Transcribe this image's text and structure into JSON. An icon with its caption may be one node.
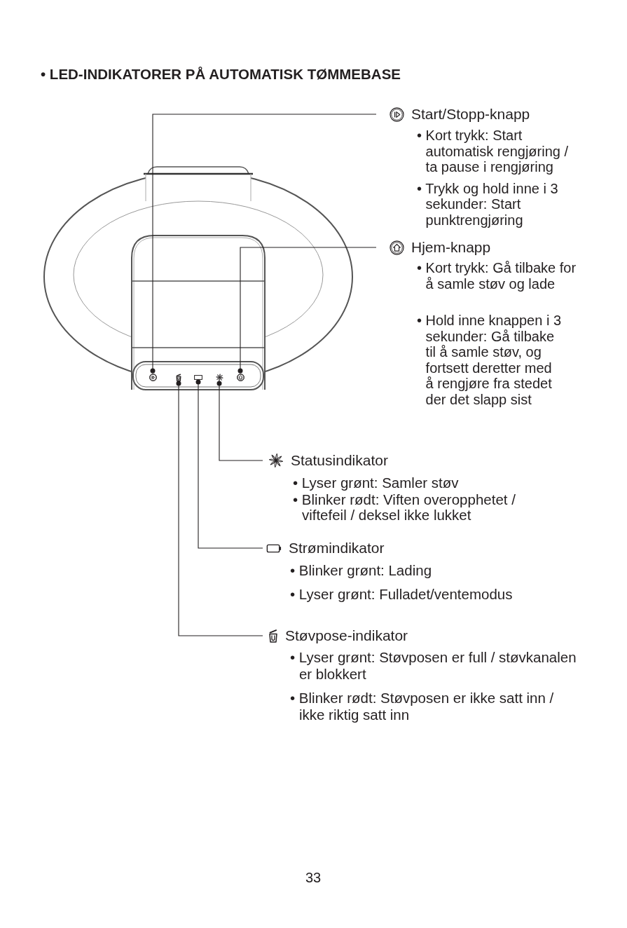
{
  "diagram": {
    "title": "• LED-INDIKATORER PÅ AUTOMATISK TØMMEBASE",
    "nodes": [
      {
        "text": [
          "Start/Stopp-knapp",
          "• Kort trykk: Start automatisk rengjøring / ta pause i rengjøring",
          "• Trykk og hold inne i 3 sekunder: Start punktrengjøring"
        ]
      },
      {
        "text": [
          "Hjem-knapp",
          "• Kort trykk: Gå tilbake for å samle støv og lade",
          "• Hold inne knappen i 3 sekunder: Gå tilbake til å samle støv, og fortsett deretter med å rengjøre fra stedet der det slapp sist"
        ]
      },
      {
        "text": [],
        "shape": "circle"
      },
      {
        "text": [],
        "shape": "picture"
      },
      {
        "text": [],
        "shape": "box"
      },
      {
        "text": [],
        "shape": "picture"
      },
      {
        "text": [],
        "shape": "circle"
      },
      {
        "text": [
          "Statusindikator",
          "• Lyser grønt: Samler støv",
          "• Blinker rødt: Viften overopphetet / viftefeil / deksel ikke lukket"
        ]
      },
      {
        "text": [
          "Strømindikator",
          "• Blinker grønt: Lading",
          "• Lyser grønt: Fulladet/ventemodus"
        ]
      },
      {
        "text": [
          "Støvpose-indikator",
          "• Lyser grønt: Støvposen er full / støvkanalen er blokkert",
          "• Blinker rødt: Støvposen er ikke satt inn / ikke riktig satt inn"
        ]
      }
    ],
    "edges": [
      {
        "from": 0,
        "to": 2,
        "arrow": "other"
      },
      {
        "from": 1,
        "to": 6,
        "arrow": "other"
      },
      {
        "from": 7,
        "to": 5,
        "arrow": "other"
      },
      {
        "from": 8,
        "to": 4,
        "arrow": "other"
      },
      {
        "from": 9,
        "to": 3,
        "arrow": "other"
      }
    ],
    "labels": [
      "33"
    ]
  }
}
